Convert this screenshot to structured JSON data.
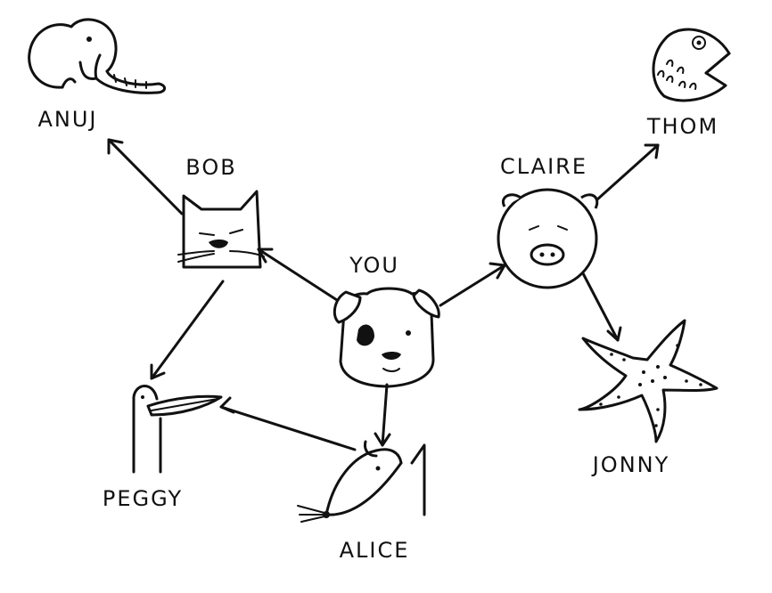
{
  "graph": {
    "nodes": [
      {
        "id": "you",
        "label": "YOU",
        "icon": "dog-icon"
      },
      {
        "id": "bob",
        "label": "BOB",
        "icon": "cat-icon"
      },
      {
        "id": "claire",
        "label": "CLAIRE",
        "icon": "pig-icon"
      },
      {
        "id": "anuj",
        "label": "ANUJ",
        "icon": "elephant-icon"
      },
      {
        "id": "thom",
        "label": "THOM",
        "icon": "fish-icon"
      },
      {
        "id": "peggy",
        "label": "PEGGY",
        "icon": "bird-icon"
      },
      {
        "id": "alice",
        "label": "ALICE",
        "icon": "mouse-icon"
      },
      {
        "id": "jonny",
        "label": "JONNY",
        "icon": "starfish-icon"
      }
    ],
    "edges": [
      {
        "from": "you",
        "to": "bob"
      },
      {
        "from": "you",
        "to": "claire"
      },
      {
        "from": "you",
        "to": "alice"
      },
      {
        "from": "bob",
        "to": "anuj"
      },
      {
        "from": "bob",
        "to": "peggy"
      },
      {
        "from": "alice",
        "to": "peggy"
      },
      {
        "from": "claire",
        "to": "thom"
      },
      {
        "from": "claire",
        "to": "jonny"
      }
    ]
  }
}
